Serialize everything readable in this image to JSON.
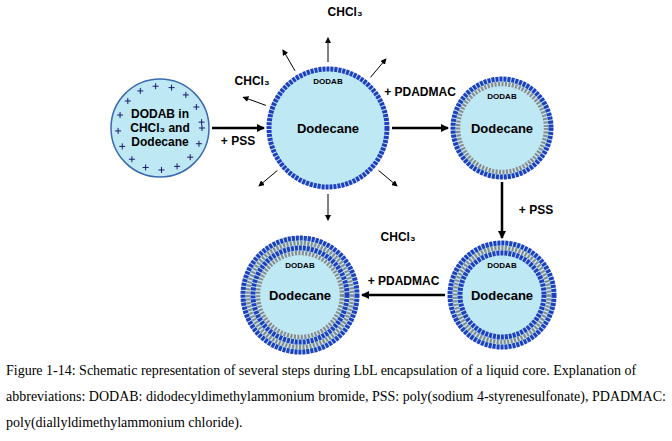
{
  "diagram": {
    "caption": "Figure 1-14: Schematic representation of several steps during LbL encapsulation of a liquid core. Explanation of abbreviations: DODAB: didodecyldimethylammonium bromide, PSS: poly(sodium 4-styrenesulfonate), PDADMAC: poly(diallyldimethylammonium chloride).",
    "nodes": [
      {
        "text": [
          "DODAB in CHCl₃ and Dodecane"
        ]
      },
      {
        "text": [
          "DODAB",
          "Dodecane"
        ]
      },
      {
        "text": [
          "DODAB",
          "Dodecane"
        ]
      },
      {
        "text": [
          "DODAB",
          "Dodecane"
        ]
      },
      {
        "text": [
          "DODAB",
          "Dodecane"
        ]
      }
    ],
    "edges": [
      {
        "from": 0,
        "to": 1,
        "label": "+ PSS",
        "arrow": "to"
      },
      {
        "from": 1,
        "to": 2,
        "label": "+ PDADMAC",
        "arrow": "to"
      },
      {
        "from": 2,
        "to": 3,
        "label": "+ PSS",
        "arrow": "to"
      },
      {
        "from": 3,
        "to": 4,
        "label": "+ PDADMAC",
        "arrow": "to"
      }
    ],
    "labels": [
      "CHCl₃",
      "CHCl₃",
      "CHCl₃"
    ]
  }
}
